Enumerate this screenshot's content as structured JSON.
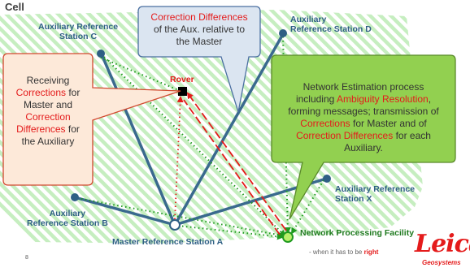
{
  "cell_label": "Cell",
  "stations": {
    "aux_c": [
      "Auxiliary Reference",
      "Station C"
    ],
    "aux_d": [
      "Auxiliary",
      "Reference Station D"
    ],
    "aux_b": [
      "Auxiliary",
      "Reference Station B"
    ],
    "aux_x": [
      "Auxiliary Reference",
      "Station X"
    ],
    "master": "Master Reference Station A"
  },
  "rover_label": "Rover",
  "network_facility_label": "Network Processing Facility",
  "callouts": {
    "top": {
      "line1": "Correction Differences",
      "line2": "of the Aux. relative to",
      "line3": "the Master"
    },
    "left": {
      "line1": "Receiving",
      "line2_red": "Corrections",
      "line2_rest": " for",
      "line3": "Master and",
      "line4_red": "Correction",
      "line5_red": "Differences",
      "line5_rest": " for",
      "line6": "the Auxiliary"
    },
    "right": {
      "line1": "Network Estimation process",
      "line2_pre": "including ",
      "line2_red": "Ambiguity Resolution",
      "line2_post": ",",
      "line3": "forming messages; transmission of",
      "line4_red": "Corrections",
      "line4_rest": " for Master and of",
      "line5_red": "Correction Differences",
      "line5_rest": " for each",
      "line6": "Auxiliary."
    }
  },
  "page_number": "8",
  "footer_tagline_pre": "- when it has to be ",
  "footer_tagline_emph": "right",
  "logo": {
    "name": "Leica",
    "sub": "Geosystems"
  },
  "colors": {
    "station_blue": "#2e5f84",
    "baseline_blue": "#3a6a8e",
    "hatch_green": "#c6eec0",
    "correction_red": "#e41b1b",
    "network_green": "#1f9a1f",
    "highlight_yellow": "#fff200",
    "right_callout_fill": "#92d050",
    "left_callout_fill": "#fde9d9",
    "top_callout_fill": "#dbe5f1"
  }
}
